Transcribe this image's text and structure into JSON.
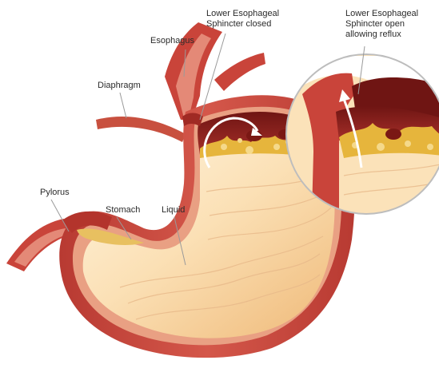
{
  "labels": {
    "lower_esophageal_closed": {
      "line1": "Lower Esophageal",
      "line2": "Sphincter closed"
    },
    "lower_esophageal_open": {
      "line1": "Lower Esophageal",
      "line2": "Sphincter open",
      "line3": "allowing reflux"
    },
    "esophagus": "Esophagus",
    "diaphragm": "Diaphragm",
    "pylorus": "Pylorus",
    "stomach": "Stomach",
    "liquid": "Liquid"
  },
  "colors": {
    "stomach_wall": "#c9443a",
    "stomach_wall_dark": "#8f1f1c",
    "lining": "#e7a07f",
    "liquid_light": "#fbe2b9",
    "liquid_mid": "#f2c98a",
    "food": "#e6b53c",
    "cavity": "#8a1e1a",
    "leader_line": "#9a9a9a",
    "circle_border": "#bdbdbd"
  }
}
